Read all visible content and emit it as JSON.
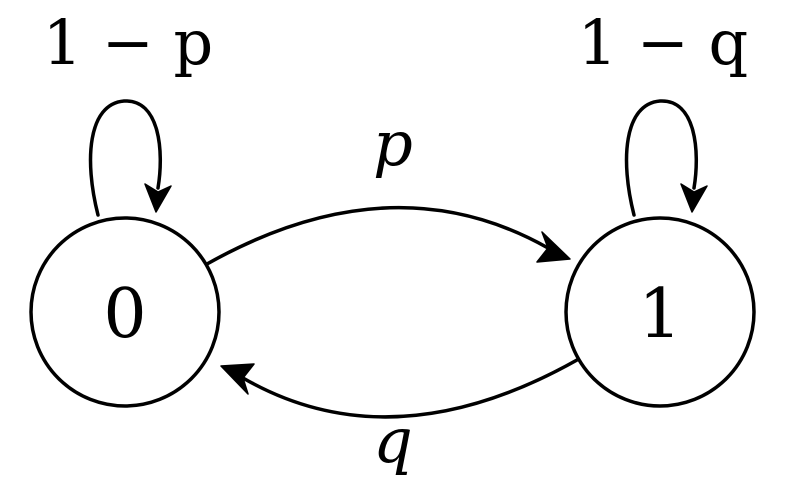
{
  "states": [
    {
      "id": "state-0",
      "label": "0"
    },
    {
      "id": "state-1",
      "label": "1"
    }
  ],
  "transitions": [
    {
      "id": "self-loop-0",
      "from": "0",
      "to": "0",
      "label": "1 − p"
    },
    {
      "id": "self-loop-1",
      "from": "1",
      "to": "1",
      "label": "1 − q"
    },
    {
      "id": "edge-0-to-1",
      "from": "0",
      "to": "1",
      "label": "p"
    },
    {
      "id": "edge-1-to-0",
      "from": "1",
      "to": "0",
      "label": "q"
    }
  ],
  "colors": {
    "stroke": "#000000",
    "background": "#ffffff"
  }
}
